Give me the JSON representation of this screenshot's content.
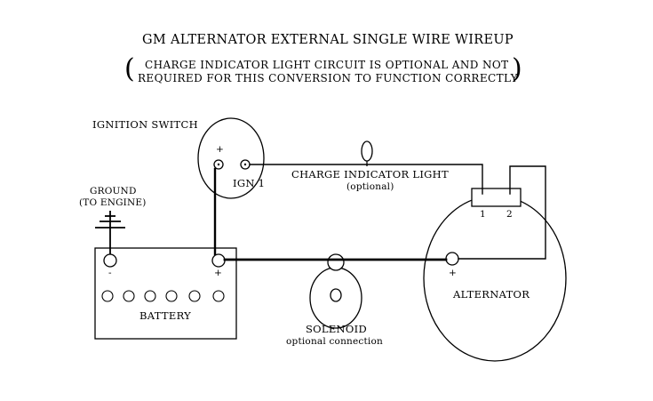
{
  "title": "GM ALTERNATOR EXTERNAL SINGLE WIRE WIREUP",
  "subtitle": {
    "open_paren": "(",
    "close_paren": ")",
    "line1": "CHARGE INDICATOR LIGHT CIRCUIT IS OPTIONAL AND NOT",
    "line2": "REQUIRED FOR THIS CONVERSION TO FUNCTION CORRECTLY"
  },
  "ignition_switch": {
    "label": "IGNITION SWITCH",
    "plus": "+",
    "terminal": "IGN 1"
  },
  "ground": {
    "line1": "GROUND",
    "line2": "(TO ENGINE)"
  },
  "battery": {
    "label": "BATTERY",
    "minus": "-",
    "plus": "+"
  },
  "indicator_light": {
    "label": "CHARGE INDICATOR LIGHT",
    "note": "(optional)"
  },
  "alternator": {
    "label": "ALTERNATOR",
    "terminal_1": "1",
    "terminal_2": "2",
    "plus": "+"
  },
  "solenoid": {
    "label": "SOLENOID",
    "note": "optional connection"
  },
  "colors": {
    "line": "#000000",
    "background": "#ffffff"
  }
}
